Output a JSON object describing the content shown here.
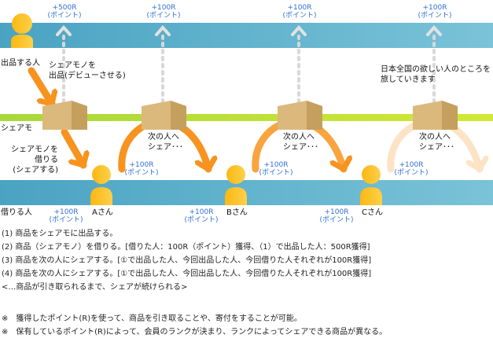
{
  "diagram": {
    "row_labels": {
      "lister": "出品する人",
      "sharemo": "シェアモ",
      "borrower": "借りる人"
    },
    "annotations": {
      "list_item": "シェアモノを\n出品(デビューさせる)",
      "borrow_item": "シェアモノを\n借りる\n(シェアする)",
      "travel": "日本全国の欲しい人のところを\n旅していきます",
      "next_share": "次の人へ\nシェア･･･"
    },
    "top_points": [
      {
        "amount": "+500R",
        "unit": "(ポイント)"
      },
      {
        "amount": "+100R",
        "unit": "(ポイント)"
      },
      {
        "amount": "+100R",
        "unit": "(ポイント)"
      },
      {
        "amount": "+100R",
        "unit": "(ポイント)"
      }
    ],
    "mid_points": [
      {
        "amount": "+100R",
        "unit": "(ポイント)"
      },
      {
        "amount": "+100R",
        "unit": "(ポイント)"
      },
      {
        "amount": "+100R",
        "unit": "(ポイント)"
      }
    ],
    "bottom_points": [
      {
        "amount": "+100R",
        "unit": "(ポイント)"
      },
      {
        "amount": "+100R",
        "unit": "(ポイント)"
      },
      {
        "amount": "+100R",
        "unit": "(ポイント)"
      }
    ],
    "people": [
      {
        "name": "Aさん"
      },
      {
        "name": "Bさん"
      },
      {
        "name": "Cさん"
      }
    ],
    "colors": {
      "band": "#4aa3c2",
      "green_line": "#b8de36",
      "arrow": "#f7931e",
      "arrow_faded": "#fde3c6",
      "person": "#fbbd14",
      "box": "#d9b77a",
      "points_text": "#2f6fd6"
    }
  },
  "steps": [
    "(1) 商品をシェアモに出品する。",
    "(2) 商品（シェアモノ）を借りる。[借りた人：100R（ポイント）獲得、（1）で出品した人：500R獲得]",
    "(3) 商品を次の人にシェアする。[①で出品した人、今回出品した人、今回借りた人それぞれが100R獲得]",
    "(4) 商品を次の人にシェアする。[①で出品した人、今回出品した人、今回借りた人それぞれが100R獲得]",
    "<…商品が引き取られるまで、シェアが続けられる>"
  ],
  "notes": [
    "※　獲得したポイント(R)を使って、商品を引き取ることや、寄付をすることが可能。",
    "※　保有しているポイント(R)によって、会員のランクが決まり、ランクによってシェアできる商品が異なる。"
  ]
}
